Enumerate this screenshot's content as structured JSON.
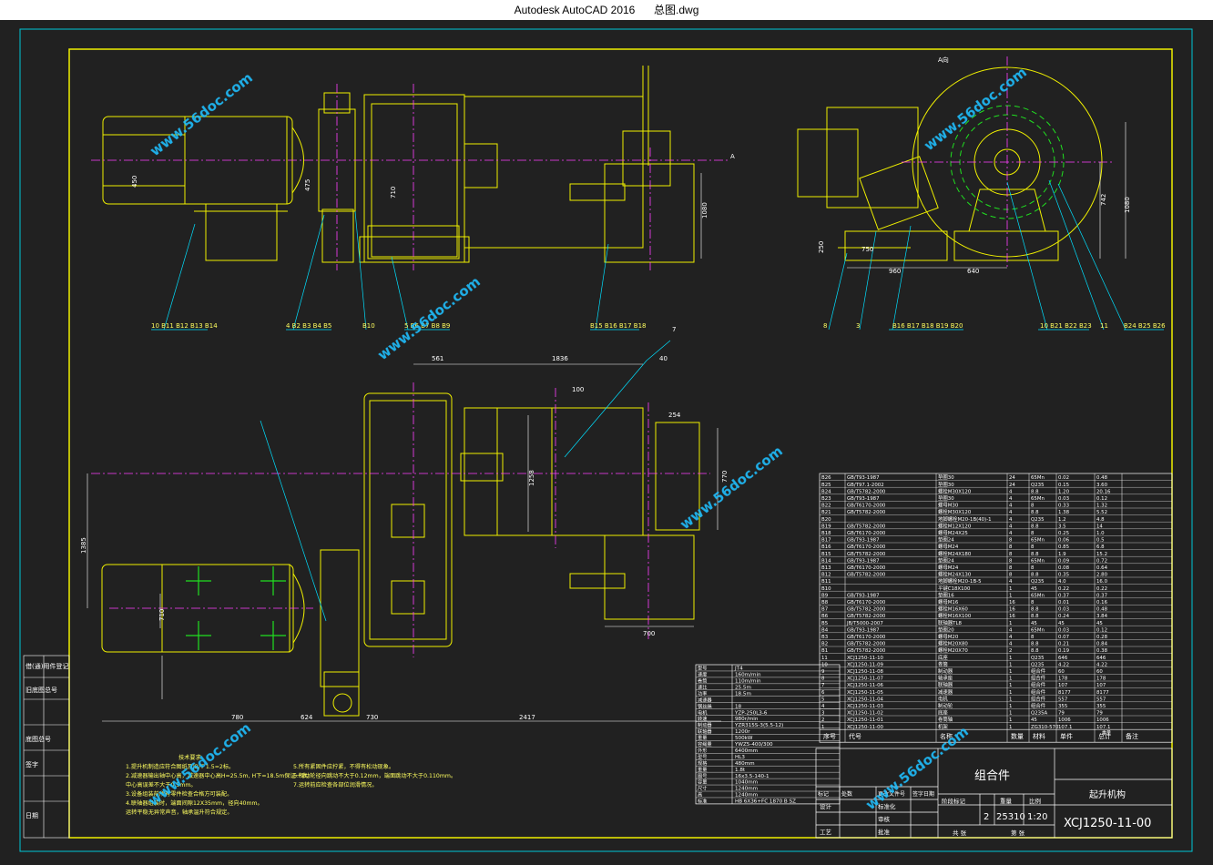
{
  "window": {
    "app_title": "Autodesk AutoCAD 2016",
    "file_name": "总图.dwg"
  },
  "colors": {
    "background": "#212121",
    "frame_outer": "#00c8d8",
    "frame_inner": "#f0f000",
    "geometry": "#f0f000",
    "leaders": "#00e0ff",
    "centerlines": "#ff40ff",
    "dimension": "#ffffff",
    "green": "#20e020",
    "watermark": "#20c0ff"
  },
  "drawing": {
    "view_label_a": "A",
    "view_label_aa": "A向",
    "watermark": "www.56doc.com",
    "dimensions": {
      "d450": "450",
      "d475": "475",
      "d710": "710",
      "d1080a": "1080",
      "d742": "742",
      "d1080b": "1080",
      "d250": "250",
      "d750": "750",
      "d960": "960",
      "d640": "640",
      "d561": "561",
      "d1836": "1836",
      "d40": "40",
      "d100": "100",
      "d254": "254",
      "d770": "770",
      "d1258": "1258",
      "d1385": "1385",
      "d710b": "710",
      "d780": "780",
      "d624": "624",
      "d730": "730",
      "d2417": "2417",
      "d700": "700"
    },
    "balloons": {
      "b1": "10 B11 B12 B13 B14",
      "b2": "4  B2 B3 B4 B5",
      "b3": "B10",
      "b4": "5  B6 B7 B8 B9",
      "b5": "B15 B16 B17 B18",
      "b6": "7",
      "b7": "8",
      "b8": "3",
      "b9": "B16 B17 B18 B19 B20",
      "b10": "10 B21 B22 B23",
      "b11": "11",
      "b12": "B24 B25 B26"
    },
    "technical_notes": {
      "heading": "技术要求",
      "lines": [
        "1.提升机制造应符合图纸及JB/T 1.5=2标。",
        "2.减速器输出轴中心高，减速器中心高H=25.5m, H下=18.5m保证一致。",
        "   中心高误差不大于0.5mm。",
        "3.设备组装前所有零件检查合格方可装配。",
        "4.联轴器组装时，端面间隙12X35mm，径向40mm。",
        "   运转平稳无异常声音，轴承温升符合规定。",
        "5.所有紧固件应拧紧，不得有松动现象。",
        "6.制动轮径向跳动不大于0.12mm，端面跳动不大于0.110mm。",
        "7.运转前应检查各部位润滑情况。"
      ]
    },
    "specs": {
      "rows": [
        [
          "型号",
          "JT4"
        ],
        [
          "速度",
          "160m/min"
        ],
        [
          "卷筒",
          "110m/min"
        ],
        [
          "速比",
          "25.5m"
        ],
        [
          "功率",
          "18.5m"
        ],
        [
          "减速器",
          ""
        ],
        [
          "钢丝绳",
          "18"
        ],
        [
          "电机",
          "YZP-250L3-6"
        ],
        [
          "转速",
          "980r/min"
        ],
        [
          "制动器",
          "YZR315S-3(5.5-12)"
        ],
        [
          "联轴器",
          "1200r"
        ],
        [
          "重量",
          "500kW"
        ],
        [
          "容绳量",
          "YWZ5-400/300"
        ],
        [
          "外形",
          "6400mm"
        ],
        [
          "型号",
          "HL3"
        ],
        [
          "规格",
          "480mm"
        ],
        [
          "重量",
          "1.8t"
        ],
        [
          "图号",
          "16x3.5-140-1"
        ],
        [
          "容量",
          "1040mm"
        ],
        [
          "尺寸",
          "1240mm"
        ],
        [
          "高",
          "1240mm"
        ],
        [
          "标准",
          "HB 6X36+FC 1870 B SZ"
        ]
      ]
    },
    "parts_list": {
      "header": [
        "序号",
        "代号",
        "名称",
        "数量",
        "材料",
        "单件",
        "总计",
        "备注"
      ],
      "header_extra": "重量",
      "rows": [
        [
          "B26",
          "GB/T93-1987",
          "垫圈30",
          "24",
          "65Mn",
          "0.02",
          "0.48",
          ""
        ],
        [
          "B25",
          "GB/T97.1-2002",
          "垫圈30",
          "24",
          "Q235",
          "0.15",
          "3.60",
          ""
        ],
        [
          "B24",
          "GB/T5782-2000",
          "螺栓M30X120",
          "4",
          "8.8",
          "1.20",
          "20.16",
          ""
        ],
        [
          "B23",
          "GB/T93-1987",
          "垫圈30",
          "4",
          "65Mn",
          "0.03",
          "0.12",
          ""
        ],
        [
          "B22",
          "GB/T6170-2000",
          "螺母M30",
          "4",
          "8",
          "0.33",
          "1.32",
          ""
        ],
        [
          "B21",
          "GB/T5782-2000",
          "螺栓M30X120",
          "4",
          "8.8",
          "1.38",
          "5.52",
          ""
        ],
        [
          "B20",
          "",
          "地脚螺栓M20-1B(40)-1",
          "4",
          "Q235",
          "1.2",
          "4.8",
          ""
        ],
        [
          "B19",
          "GB/T5782-2000",
          "螺栓M12X120",
          "4",
          "8.8",
          "3.5",
          "14",
          ""
        ],
        [
          "B18",
          "GB/T6170-2000",
          "螺母M24X25",
          "4",
          "8",
          "0.25",
          "1.0",
          ""
        ],
        [
          "B17",
          "GB/T93-1987",
          "垫圈24",
          "8",
          "65Mn",
          "0.06",
          "0.5",
          ""
        ],
        [
          "B16",
          "GB/T6170-2000",
          "螺母M24",
          "8",
          "8",
          "0.85",
          "6.8",
          ""
        ],
        [
          "B15",
          "GB/T5782-2000",
          "螺栓M24X180",
          "8",
          "8.8",
          "1.9",
          "15.2",
          ""
        ],
        [
          "B14",
          "GB/T93-1987",
          "垫圈24",
          "8",
          "65Mn",
          "0.09",
          "0.72",
          ""
        ],
        [
          "B13",
          "GB/T6170-2000",
          "螺母M24",
          "8",
          "8",
          "0.08",
          "0.64",
          ""
        ],
        [
          "B12",
          "GB/T5782-2000",
          "螺栓M24X130",
          "8",
          "8.8",
          "0.35",
          "2.80",
          ""
        ],
        [
          "B11",
          "",
          "地脚螺栓M20-1B-5",
          "4",
          "Q235",
          "4.0",
          "16.0",
          ""
        ],
        [
          "B10",
          "",
          "平键C18X100",
          "1",
          "45",
          "0.22",
          "0.22",
          ""
        ],
        [
          "B9",
          "GB/T93-1987",
          "垫圈16",
          "1",
          "65Mn",
          "0.37",
          "0.37",
          ""
        ],
        [
          "B8",
          "GB/T6170-2000",
          "螺母M16",
          "16",
          "8",
          "0.01",
          "0.16",
          ""
        ],
        [
          "B7",
          "GB/T5782-2000",
          "螺栓M16X60",
          "16",
          "8.8",
          "0.03",
          "0.48",
          ""
        ],
        [
          "B6",
          "GB/T5782-2000",
          "螺栓M16X100",
          "16",
          "8.8",
          "0.24",
          "3.84",
          ""
        ],
        [
          "B5",
          "JB/T5000-2007",
          "联轴器TL8",
          "1",
          "45",
          "45",
          "45",
          ""
        ],
        [
          "B4",
          "GB/T93-1987",
          "垫圈20",
          "4",
          "65Mn",
          "0.03",
          "0.12",
          ""
        ],
        [
          "B3",
          "GB/T6170-2000",
          "螺母M20",
          "4",
          "8",
          "0.07",
          "0.28",
          ""
        ],
        [
          "B2",
          "GB/T5782-2000",
          "螺栓M20X80",
          "4",
          "8.8",
          "0.21",
          "0.84",
          ""
        ],
        [
          "B1",
          "GB/T5782-2000",
          "螺栓M20X70",
          "2",
          "8.8",
          "0.19",
          "0.38",
          ""
        ],
        [
          "11",
          "XCJ1250-11-10",
          "底座",
          "1",
          "Q235",
          "646",
          "646",
          ""
        ],
        [
          "10",
          "XCJ1250-11-09",
          "卷筒",
          "1",
          "Q235",
          "4.22",
          "4.22",
          ""
        ],
        [
          "9",
          "XCJ1250-11-08",
          "制动器",
          "1",
          "组合件",
          "60",
          "60",
          ""
        ],
        [
          "8",
          "XCJ1250-11-07",
          "轴承座",
          "1",
          "组合件",
          "178",
          "178",
          ""
        ],
        [
          "7",
          "XCJ1250-11-06",
          "联轴器",
          "1",
          "组合件",
          "107",
          "107",
          ""
        ],
        [
          "6",
          "XCJ1250-11-05",
          "减速器",
          "1",
          "组合件",
          "8177",
          "8177",
          ""
        ],
        [
          "5",
          "XCJ1250-11-04",
          "电机",
          "1",
          "组合件",
          "557",
          "557",
          ""
        ],
        [
          "4",
          "XCJ1250-11-03",
          "制动轮",
          "1",
          "组合件",
          "355",
          "355",
          ""
        ],
        [
          "3",
          "XCJ1250-11-02",
          "底座",
          "1",
          "Q235A",
          "79",
          "79",
          ""
        ],
        [
          "2",
          "XCJ1250-11-01",
          "卷筒轴",
          "1",
          "45",
          "1006",
          "1006",
          ""
        ],
        [
          "1",
          "XCJ1250-11-00",
          "机架",
          "1",
          "ZG310-570",
          "107.1",
          "107.1",
          ""
        ]
      ]
    },
    "title_block": {
      "name": "组合件",
      "product": "起升机构",
      "drawing_no": "XCJ1250-11-00",
      "stage_label": "阶段标记",
      "weight_label": "重量",
      "scale_label": "比例",
      "quantity": "2",
      "weight": "25310",
      "scale": "1:20",
      "sheet_total": "共 张",
      "sheet_no": "第 张",
      "row_labels": [
        "标记",
        "处数",
        "更改文件号",
        "签字",
        "日期"
      ],
      "sign_labels": [
        "设计",
        "标准化",
        "审核",
        "工艺",
        "批准"
      ]
    },
    "left_strip": {
      "labels": [
        "借(通)用件登记",
        "旧底图总号",
        "底图总号",
        "签字",
        "日期"
      ]
    }
  }
}
